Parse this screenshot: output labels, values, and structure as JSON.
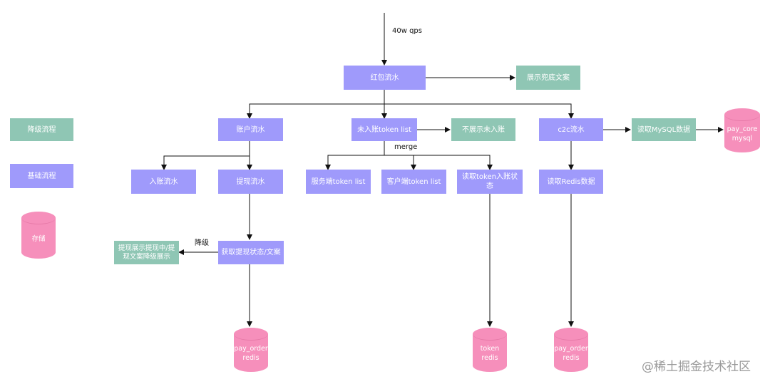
{
  "diagram": {
    "top_label": "40w qps",
    "nodes": {
      "hongbao": "红包流水",
      "fallback_text": "展示兜底文案",
      "account": "账户流水",
      "unposted": "未入账token list",
      "hide_unposted": "不展示未入账",
      "c2c": "c2c流水",
      "read_mysql": "读取MySQL数据",
      "income": "入账流水",
      "withdraw": "提现流水",
      "server_list": "服务端token list",
      "client_list": "客户端token list",
      "read_token_status": "读取token入账状态",
      "read_redis": "读取Redis数据",
      "get_withdraw_status": "获取提现状态/文案",
      "withdraw_degrade": "提现展示提现中/提现文案降级展示"
    },
    "edge_labels": {
      "merge": "merge",
      "degrade": "降级"
    },
    "storage": {
      "pay_core": [
        "pay_core",
        "mysql"
      ],
      "pay_order_1": [
        "pay_order",
        "redis"
      ],
      "token": [
        "token",
        "redis"
      ],
      "pay_order_2": [
        "pay_order",
        "redis"
      ]
    }
  },
  "legend": {
    "degrade": "降级流程",
    "base": "基础流程",
    "storage": "存储"
  },
  "watermark": "@稀土掘金技术社区",
  "colors": {
    "base": "#9f9afb",
    "degrade": "#8fc6b4",
    "storage": "#f68fbb",
    "line": "#111111"
  }
}
